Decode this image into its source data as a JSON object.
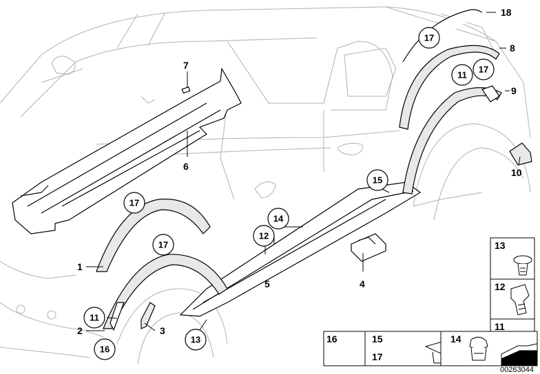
{
  "callouts": {
    "c1": "1",
    "c2": "2",
    "c3": "3",
    "c4": "4",
    "c5": "5",
    "c6": "6",
    "c7": "7",
    "c8": "8",
    "c9": "9",
    "c10": "10",
    "c11a": "11",
    "c11b": "11",
    "c12": "12",
    "c13": "13",
    "c14": "14",
    "c15": "15",
    "c16": "16",
    "c17a": "17",
    "c17b": "17",
    "c17c": "17",
    "c17d": "17",
    "c18": "18"
  },
  "legend": {
    "l13": "13",
    "l12": "12",
    "l11": "11",
    "l16": "16",
    "l15": "15",
    "l17": "17",
    "l14": "14"
  },
  "document_id": "00263044"
}
